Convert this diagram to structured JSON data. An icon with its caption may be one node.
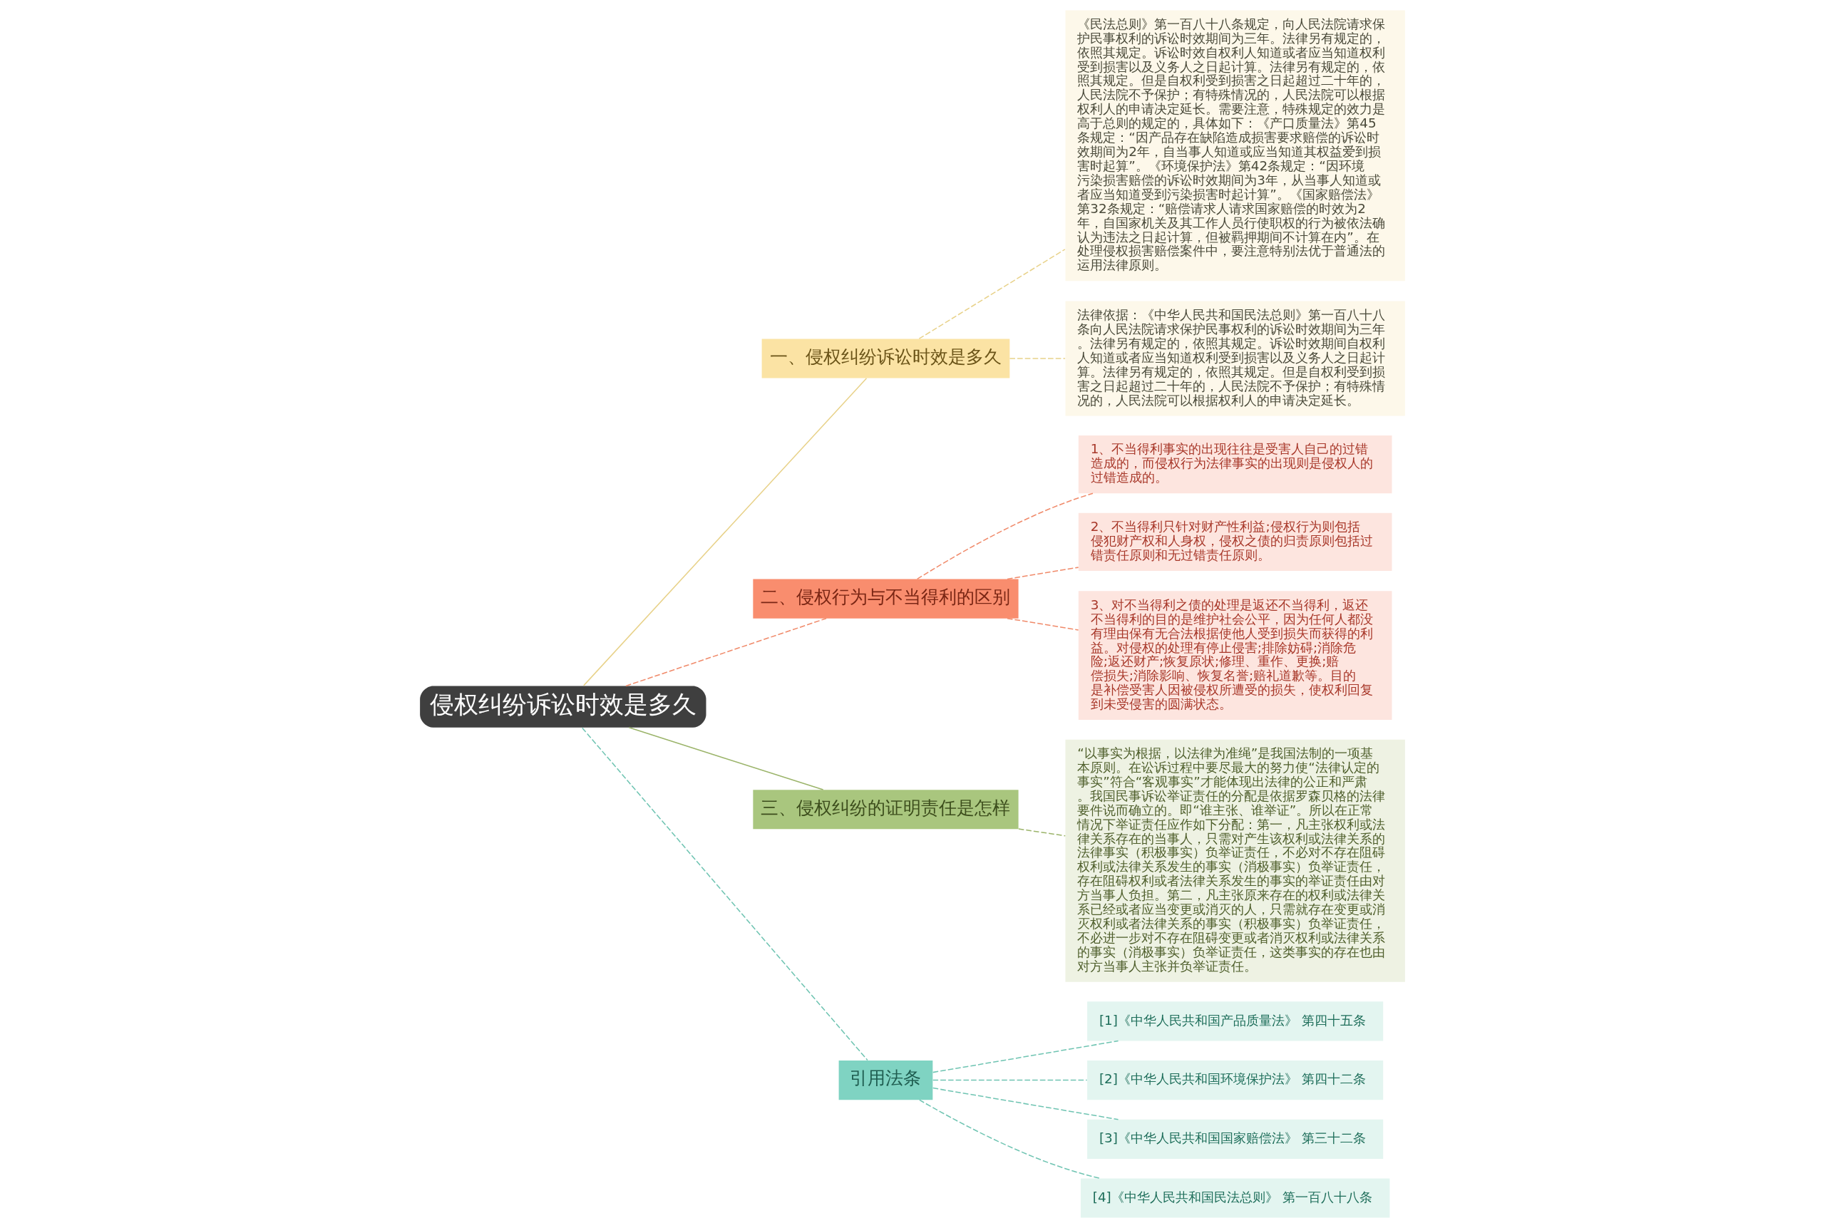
{
  "diagram": {
    "nodes": [
      {
        "text": [
          "侵权纠纷诉讼时效是多久"
        ]
      },
      {
        "text": [
          "一、侵权纠纷诉讼时效是多久"
        ]
      },
      {
        "text": [
          "《民法总则》第一百八十八条规定，向人民法院请求保护民事权利的诉讼时效期间为三年。法律另有规定的，依照其规定。诉讼时效自权利人知道或者应当知道权利受到损害以及义务人之日起计算。法律另有规定的，依照其规定。但是自权利受到损害之日起超过二十年的，人民法院不予保护；有特殊情况的，人民法院可以根据权利人的申请决定延长。需要注意，特殊规定的效力是高于总则的规定的，具体如下：《产口质量法》第45条规定：“因产品存在缺陷造成损害要求赔偿的诉讼时效期间为2年，自当事人知道或应当知道其权益爱到损害时起算”。《环境保护法》第42条规定：“因环境污染损害赔偿的诉讼时效期间为3年，从当事人知道或者应当知道受到污染损害时起计算”。《国家赔偿法》第32条规定：“赔偿请求人请求国家赔偿的时效为2年，自国家机关及其工作人员行使职权的行为被依法确认为违法之日起计算，但被羁押期间不计算在内”。在处理侵权损害赔偿案件中，要注意特别法优于普通法的运用法律原则。"
        ]
      },
      {
        "text": [
          "法律依据：《中华人民共和国民法总则》第一百八十八条向人民法院请求保护民事权利的诉讼时效期间为三年。法律另有规定的，依照其规定。诉讼时效期间自权利人知道或者应当知道权利受到损害以及义务人之日起计算。法律另有规定的，依照其规定。但是自权利受到损害之日起超过二十年的，人民法院不予保护；有特殊情况的，人民法院可以根据权利人的申请决定延长。"
        ]
      },
      {
        "text": [
          "二、侵权行为与不当得利的区别"
        ]
      },
      {
        "text": [
          "1、不当得利事实的出现往往是受害人自己的过错造成的，而侵权行为法律事实的出现则是侵权人的过错造成的。"
        ]
      },
      {
        "text": [
          "2、不当得利只针对财产性利益;侵权行为则包括侵犯财产权和人身权，侵权之债的归责原则包括过错责任原则和无过错责任原则。"
        ]
      },
      {
        "text": [
          "3、对不当得利之债的处理是返还不当得利，返还不当得利的目的是维护社会公平，因为任何人都没有理由保有无合法根据使他人受到损失而获得的利益。对侵权的处理有停止侵害;排除妨碍;消除危险;返还财产;恢复原状;修理、重作、更换;赔偿损失;消除影响、恢复名誉;赔礼道歉等。目的是补偿受害人因被侵权所遭受的损失，使权利回复到未受侵害的圆满状态。"
        ]
      },
      {
        "text": [
          "三、侵权纠纷的证明责任是怎样"
        ]
      },
      {
        "text": [
          "“以事实为根据，以法律为准绳”是我国法制的一项基本原则。在讼诉过程中要尽最大的努力使“法律认定的事实”符合“客观事实”才能体现出法律的公正和严肃。我国民事诉讼举证责任的分配是依据罗森贝格的法律要件说而确立的。即“谁主张、谁举证”。所以在正常情况下举证责任应作如下分配：第一，凡主张权利或法律关系存在的当事人，只需对产生该权利或法律关系的法律事实（积极事实）负举证责任，不必对不存在阻碍权利或法律关系发生的事实（消极事实）负举证责任，存在阻碍权利或者法律关系发生的事实的举证责任由对方当事人负担。第二，凡主张原来存在的权利或法律关系已经或者应当变更或消灭的人，只需就存在变更或消灭权利或者法律关系的事实（积极事实）负举证责任，不必进一步对不存在阻碍变更或者消灭权利或法律关系的事实（消极事实）负举证责任，这类事实的存在也由对方当事人主张并负举证责任。"
        ]
      },
      {
        "text": [
          "引用法条"
        ]
      },
      {
        "text": [
          "[1]《中华人民共和国产品质量法》 第四十五条"
        ]
      },
      {
        "text": [
          "[2]《中华人民共和国环境保护法》 第四十二条"
        ]
      },
      {
        "text": [
          "[3]《中华人民共和国国家赔偿法》 第三十二条"
        ]
      },
      {
        "text": [
          "[4]《中华人民共和国民法总则》 第一百八十八条"
        ]
      }
    ],
    "edges": [
      {
        "from": 0,
        "to": 1,
        "arrow": "none",
        "color": "#e8d28a"
      },
      {
        "from": 1,
        "to": 2,
        "arrow": "none",
        "style": "dashed",
        "color": "#e8d28a"
      },
      {
        "from": 1,
        "to": 3,
        "arrow": "none",
        "style": "dashed",
        "color": "#e8d28a"
      },
      {
        "from": 0,
        "to": 4,
        "arrow": "none",
        "style": "dashed",
        "color": "#f08a6a"
      },
      {
        "from": 4,
        "to": 5,
        "arrow": "none",
        "style": "dashed",
        "color": "#f08a6a"
      },
      {
        "from": 4,
        "to": 6,
        "arrow": "none",
        "style": "dashed",
        "color": "#f08a6a"
      },
      {
        "from": 4,
        "to": 7,
        "arrow": "none",
        "style": "dashed",
        "color": "#f08a6a"
      },
      {
        "from": 0,
        "to": 8,
        "arrow": "none",
        "color": "#9bb46a"
      },
      {
        "from": 8,
        "to": 9,
        "arrow": "none",
        "style": "dashed",
        "color": "#9bb46a"
      },
      {
        "from": 0,
        "to": 10,
        "arrow": "none",
        "style": "dashed",
        "color": "#6fc4b2"
      },
      {
        "from": 10,
        "to": 11,
        "arrow": "none",
        "style": "dashed",
        "color": "#6fc4b2"
      },
      {
        "from": 10,
        "to": 12,
        "arrow": "none",
        "style": "dashed",
        "color": "#6fc4b2"
      },
      {
        "from": 10,
        "to": 13,
        "arrow": "none",
        "style": "dashed",
        "color": "#6fc4b2"
      },
      {
        "from": 10,
        "to": 14,
        "arrow": "none",
        "style": "dashed",
        "color": "#6fc4b2"
      }
    ]
  }
}
